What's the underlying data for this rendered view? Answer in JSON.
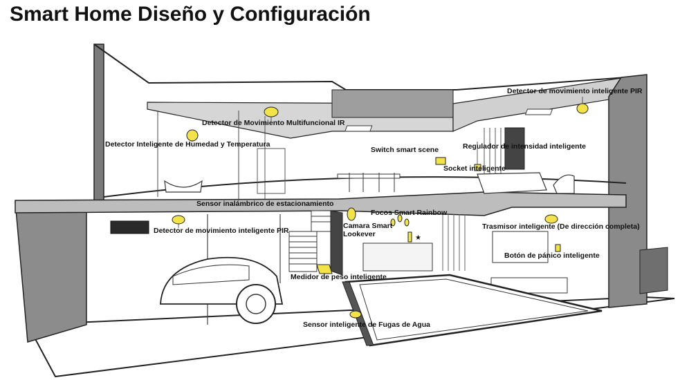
{
  "title": "Smart Home Diseño y Configuración",
  "labels": {
    "pir_top": "Detector de movimiento inteligente PIR",
    "ir_multi": "Detector de Movimiento Multifuncional IR",
    "humidity_temp": "Detector Inteligente de Humedad y Temperatura",
    "switch_scene": "Switch smart scene",
    "dimmer": "Regulador de intensidad inteligente",
    "socket": "Socket inteligente",
    "parking": "Sensor inalámbrico de estacionamiento",
    "rainbow_bulbs": "Focos Smart Rainbow",
    "camera": "Camara Smart Lookever",
    "pir_garage": "Detector de movimiento inteligente PIR",
    "transmitter": "Trasmisor inteligente  (De dirección completa)",
    "panic_button": "Botón de pánico inteligente",
    "weight": "Medidor de peso inteligente",
    "water_leak": "Sensor inteligente de Fugas de Agua"
  },
  "colors": {
    "sensor_yellow": "#f2e34a",
    "outline": "#222222",
    "wall_gray": "#8a8a8a",
    "floor_gray": "#bdbdbd",
    "dark_panel": "#2a2a2a"
  }
}
